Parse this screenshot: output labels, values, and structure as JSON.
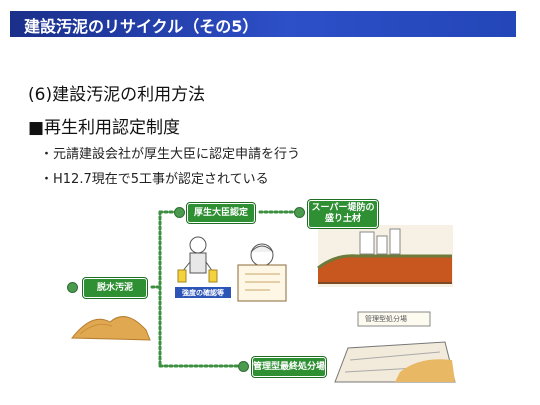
{
  "slide": {
    "title": "建設汚泥のリサイクル（その5）",
    "heading": "(6)建設汚泥の利用方法",
    "subheading": "■再生利用認定制度",
    "bullets": [
      "・元請建設会社が厚生大臣に認定申請を行う",
      "・H12.7現在で5工事が認定されている"
    ]
  },
  "diagram": {
    "nodes": {
      "source": "脱水汚泥",
      "approval": "厚生大臣認定",
      "use": "スーパー堤防の盛り土材",
      "landfill": "管理型最終処分場"
    },
    "caption": "強度の確認等",
    "landfill_sign": "管理型処分場",
    "colors": {
      "node": "#2e8f33",
      "line": "#3b8f3f",
      "title_bar": "#2346b8"
    }
  }
}
